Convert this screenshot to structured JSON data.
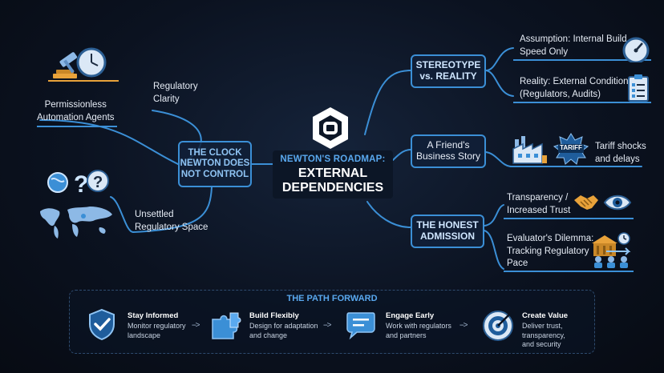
{
  "center": {
    "subtitle": "NEWTON'S ROADMAP:",
    "title_line1": "EXTERNAL",
    "title_line2": "DEPENDENCIES"
  },
  "left": {
    "hub": {
      "line1": "THE CLOCK",
      "line2": "NEWTON DOES",
      "line3": "NOT CONTROL"
    },
    "leaves": {
      "regulatory_clarity": {
        "line1": "Regulatory",
        "line2": "Clarity"
      },
      "permissionless": {
        "line1": "Permissionless",
        "line2": "Automation Agents"
      },
      "unsettled": {
        "line1": "Unsettled",
        "line2": "Regulatory Space"
      }
    }
  },
  "right": {
    "stereotype": {
      "line1": "STEREOTYPE",
      "line2": "vs. REALITY",
      "leaf1": {
        "line1": "Assumption: Internal Build",
        "line2": "Speed Only"
      },
      "leaf2": {
        "line1": "Reality: External Conditions",
        "line2": "(Regulators, Audits)"
      }
    },
    "friend": {
      "line1": "A Friend's",
      "line2": "Business Story",
      "badge": "TARIFF",
      "leaf1": {
        "line1": "Tariff shocks",
        "line2": "and delays"
      }
    },
    "admission": {
      "line1": "THE HONEST",
      "line2": "ADMISSION",
      "leaf1": {
        "line1": "Transparency /",
        "line2": "Increased Trust"
      },
      "leaf2": {
        "line1": "Evaluator's Dilemma:",
        "line2": "Tracking Regulatory",
        "line3": "Pace"
      }
    }
  },
  "path_forward": {
    "title": "THE PATH FORWARD",
    "arrow": "-->",
    "steps": [
      {
        "title": "Stay Informed",
        "desc1": "Monitor regulatory",
        "desc2": "landscape",
        "desc3": ""
      },
      {
        "title": "Build Flexibly",
        "desc1": "Design for adaptation",
        "desc2": "and change",
        "desc3": ""
      },
      {
        "title": "Engage Early",
        "desc1": "Work with regulators",
        "desc2": "and partners",
        "desc3": ""
      },
      {
        "title": "Create Value",
        "desc1": "Deliver trust,",
        "desc2": "transparency,",
        "desc3": "and security"
      }
    ]
  },
  "colors": {
    "accent": "#3b8fd6",
    "accent_text": "#59a8ee",
    "background": "#0b1220"
  }
}
